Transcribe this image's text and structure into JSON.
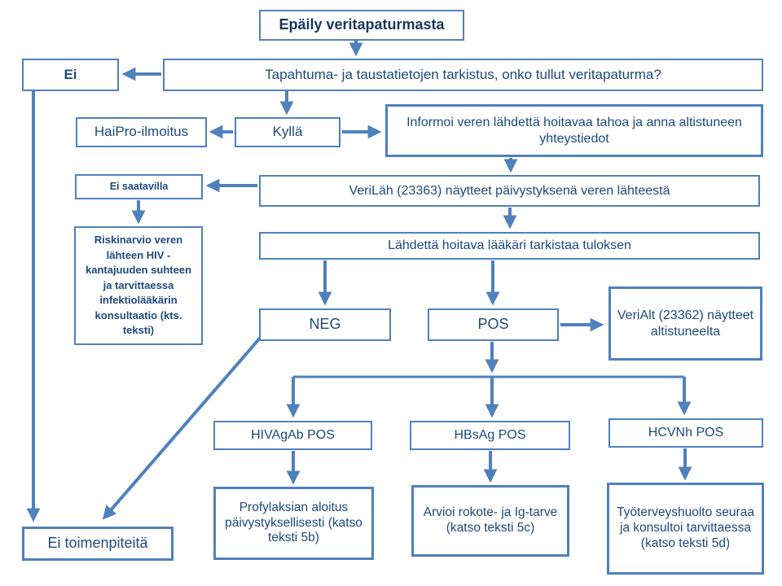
{
  "colors": {
    "box_border": "#4f81bd",
    "arrow": "#4f81bd",
    "text": "#1f497d",
    "dark_text": "#17365d",
    "background": "#ffffff"
  },
  "nodes": {
    "epaily": {
      "label": "Epäily veritapaturmasta"
    },
    "tapahtuma": {
      "label": "Tapahtuma- ja taustatietojen tarkistus, onko tullut veritapaturma?"
    },
    "ei": {
      "label": "Ei"
    },
    "haipro": {
      "label": "HaiPro-ilmoitus"
    },
    "kylla": {
      "label": "Kyllä"
    },
    "informoi": {
      "label": "Informoi veren lähdettä hoitavaa tahoa ja anna altistuneen yhteystiedot"
    },
    "ei_saatavilla": {
      "label": "Ei saatavilla"
    },
    "verilah": {
      "label": "VeriLäh (23363) näytteet päivystyksenä veren lähteestä"
    },
    "riskinarvio": {
      "label": "Riskinarvio veren lähteen HIV - kantajuuden suhteen ja tarvittaessa infektiolääkärin konsultaatio (kts. teksti)"
    },
    "lahdetta": {
      "label": "Lähdettä hoitava lääkäri tarkistaa tuloksen"
    },
    "neg": {
      "label": "NEG"
    },
    "pos": {
      "label": "POS"
    },
    "verialt": {
      "label": "VeriAlt (23362) näytteet altistuneelta"
    },
    "hivagab": {
      "label": "HIVAgAb POS"
    },
    "hbsag": {
      "label": "HBsAg POS"
    },
    "hcvnh": {
      "label": "HCVNh POS"
    },
    "profylaksia": {
      "label": "Profylaksian aloitus päivystyksellisesti (katso teksti 5b)"
    },
    "arvioi": {
      "label": "Arvioi rokote- ja Ig-tarve (katso teksti 5c)"
    },
    "tyoterveyshuolto": {
      "label": "Työterveyshuolto seuraa ja konsultoi tarvittaessa (katso teksti 5d)"
    },
    "ei_toimenpiteita": {
      "label": "Ei toimenpiteitä"
    }
  }
}
